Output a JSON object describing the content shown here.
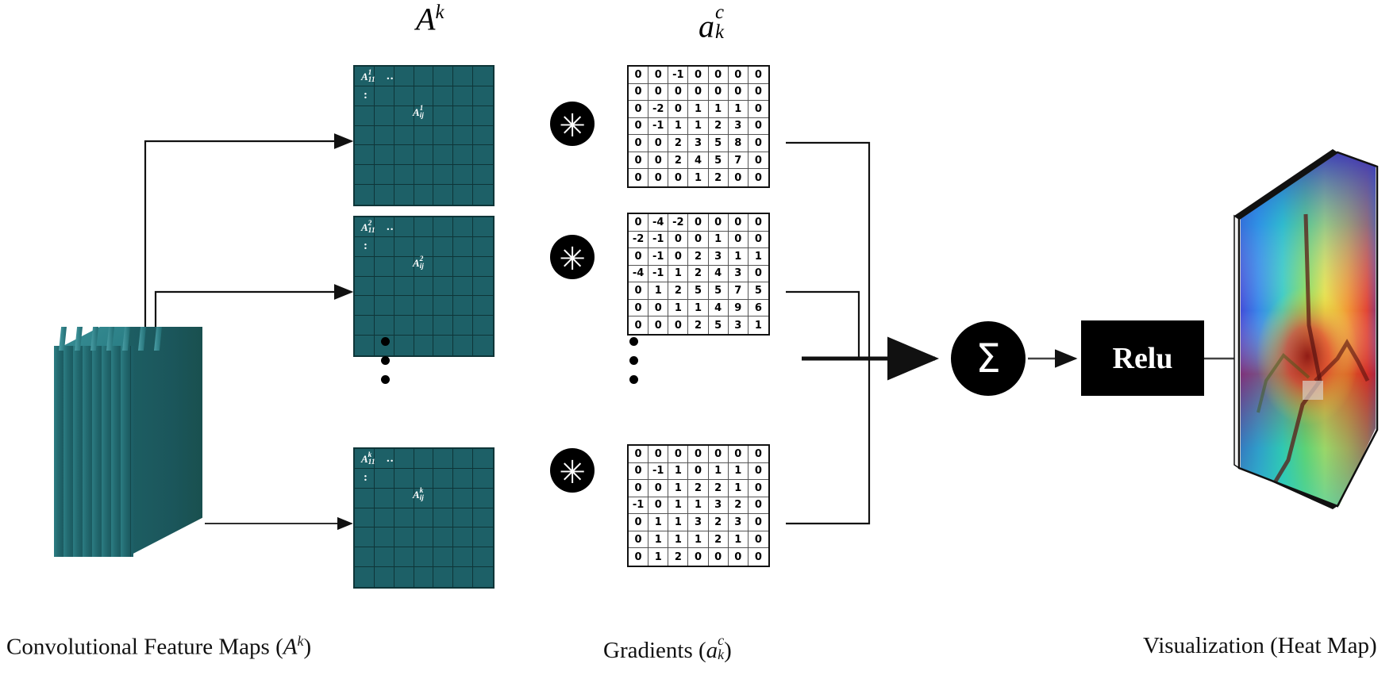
{
  "headings": {
    "feature_maps": {
      "base": "A",
      "sup": "k"
    },
    "gradients": {
      "base": "a",
      "sup": "c",
      "sub": "k"
    }
  },
  "captions": {
    "left": {
      "text": "Convolutional Feature Maps (",
      "base": "A",
      "sup": "k",
      "tail": ")"
    },
    "middle": {
      "text": "Gradients (",
      "base": "a",
      "sup": "c",
      "sub": "k",
      "tail": ")"
    },
    "right": {
      "text": "Visualization  (Heat Map)"
    }
  },
  "feature_maps": [
    {
      "id": 1,
      "corner_base": "A",
      "corner_sup": "1",
      "corner_sub": "11",
      "dots": "..",
      "vdots": ":",
      "center_base": "A",
      "center_sup": "1",
      "center_sub": "ij"
    },
    {
      "id": 2,
      "corner_base": "A",
      "corner_sup": "2",
      "corner_sub": "11",
      "dots": "..",
      "vdots": ":",
      "center_base": "A",
      "center_sup": "2",
      "center_sub": "ij"
    },
    {
      "id": 3,
      "corner_base": "A",
      "corner_sup": "k",
      "corner_sub": "11",
      "dots": "..",
      "vdots": ":",
      "center_base": "A",
      "center_sup": "k",
      "center_sub": "ij"
    }
  ],
  "gradient_matrices": [
    {
      "id": 1,
      "rows": [
        [
          0,
          0,
          -1,
          0,
          0,
          0,
          0
        ],
        [
          0,
          0,
          0,
          0,
          0,
          0,
          0
        ],
        [
          0,
          -2,
          0,
          1,
          1,
          1,
          0
        ],
        [
          0,
          -1,
          1,
          1,
          2,
          3,
          0
        ],
        [
          0,
          0,
          2,
          3,
          5,
          8,
          0
        ],
        [
          0,
          0,
          2,
          4,
          5,
          7,
          0
        ],
        [
          0,
          0,
          0,
          1,
          2,
          0,
          0
        ]
      ]
    },
    {
      "id": 2,
      "rows": [
        [
          0,
          -4,
          -2,
          0,
          0,
          0,
          0
        ],
        [
          -2,
          -1,
          0,
          0,
          1,
          0,
          0
        ],
        [
          0,
          -1,
          0,
          2,
          3,
          1,
          1
        ],
        [
          -4,
          -1,
          1,
          2,
          4,
          3,
          0
        ],
        [
          0,
          1,
          2,
          5,
          5,
          7,
          5
        ],
        [
          0,
          0,
          1,
          1,
          4,
          9,
          6
        ],
        [
          0,
          0,
          0,
          2,
          5,
          3,
          1
        ]
      ]
    },
    {
      "id": 3,
      "rows": [
        [
          0,
          0,
          0,
          0,
          0,
          0,
          0
        ],
        [
          0,
          -1,
          1,
          0,
          1,
          1,
          0
        ],
        [
          0,
          0,
          1,
          2,
          2,
          1,
          0
        ],
        [
          -1,
          0,
          1,
          1,
          3,
          2,
          0
        ],
        [
          0,
          1,
          1,
          3,
          2,
          3,
          0
        ],
        [
          0,
          1,
          1,
          1,
          2,
          1,
          0
        ],
        [
          0,
          1,
          2,
          0,
          0,
          0,
          0
        ]
      ]
    }
  ],
  "operators": {
    "convolve_symbol": "✳",
    "sum_symbol": "Σ",
    "relu_label": "Relu"
  },
  "colors": {
    "feature_map_teal": "#1d6067",
    "feature_map_grid": "#0e3538",
    "operator_black": "#000000",
    "background": "#ffffff"
  }
}
